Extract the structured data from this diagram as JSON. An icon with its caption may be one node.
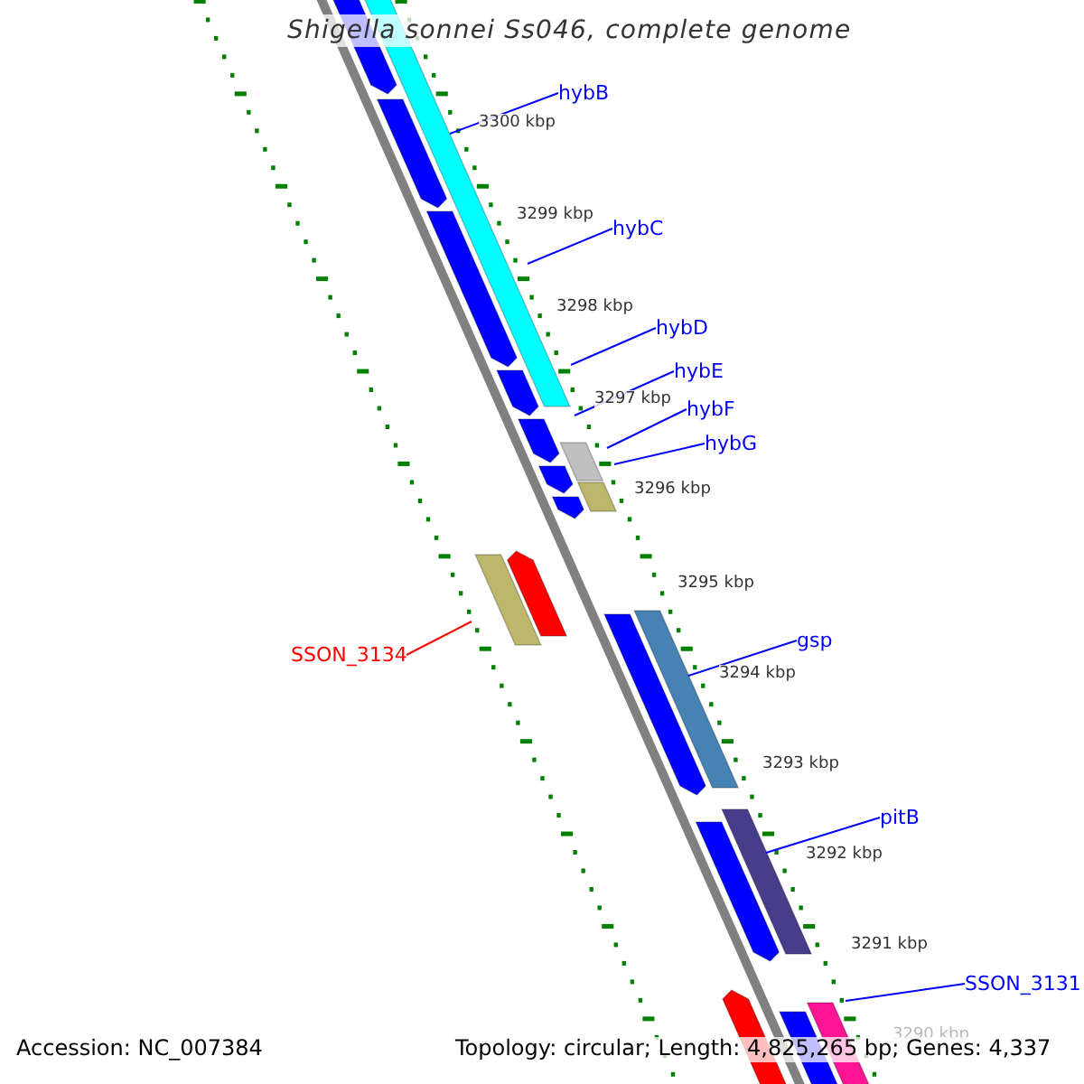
{
  "diagram": {
    "title": "Shigella sonnei Ss046, complete genome",
    "nodes": [
      {
        "text": [
          "hybB"
        ]
      },
      {
        "text": [
          "hybC"
        ]
      },
      {
        "text": [
          "hybD"
        ]
      },
      {
        "text": [
          "hybE"
        ]
      },
      {
        "text": [
          "hybF"
        ]
      },
      {
        "text": [
          "hybG"
        ]
      },
      {
        "text": [
          "SSON_3134"
        ]
      },
      {
        "text": [
          "gsp"
        ]
      },
      {
        "text": [
          "pitB"
        ]
      },
      {
        "text": [
          "SSON_3131"
        ]
      }
    ],
    "edges": [
      {
        "from": 0,
        "to": null,
        "arrow": "none"
      },
      {
        "from": 1,
        "to": null,
        "arrow": "none"
      },
      {
        "from": 2,
        "to": null,
        "arrow": "none"
      },
      {
        "from": 3,
        "to": null,
        "arrow": "none"
      },
      {
        "from": 4,
        "to": null,
        "arrow": "none"
      },
      {
        "from": 5,
        "to": null,
        "arrow": "none"
      },
      {
        "from": 6,
        "to": null,
        "arrow": "none",
        "color": "#ff0000"
      },
      {
        "from": 7,
        "to": null,
        "arrow": "none"
      },
      {
        "from": 8,
        "to": null,
        "arrow": "none"
      },
      {
        "from": 9,
        "to": null,
        "arrow": "none"
      }
    ],
    "labels": [
      "3300 kbp",
      "3299 kbp",
      "3298 kbp",
      "3297 kbp",
      "3296 kbp",
      "3295 kbp",
      "3294 kbp",
      "3293 kbp",
      "3292 kbp",
      "3291 kbp",
      "3290 kbp",
      "Accession: NC_007384",
      "Topology: circular; Length: 4,825,265 bp; Genes: 4,337"
    ]
  }
}
